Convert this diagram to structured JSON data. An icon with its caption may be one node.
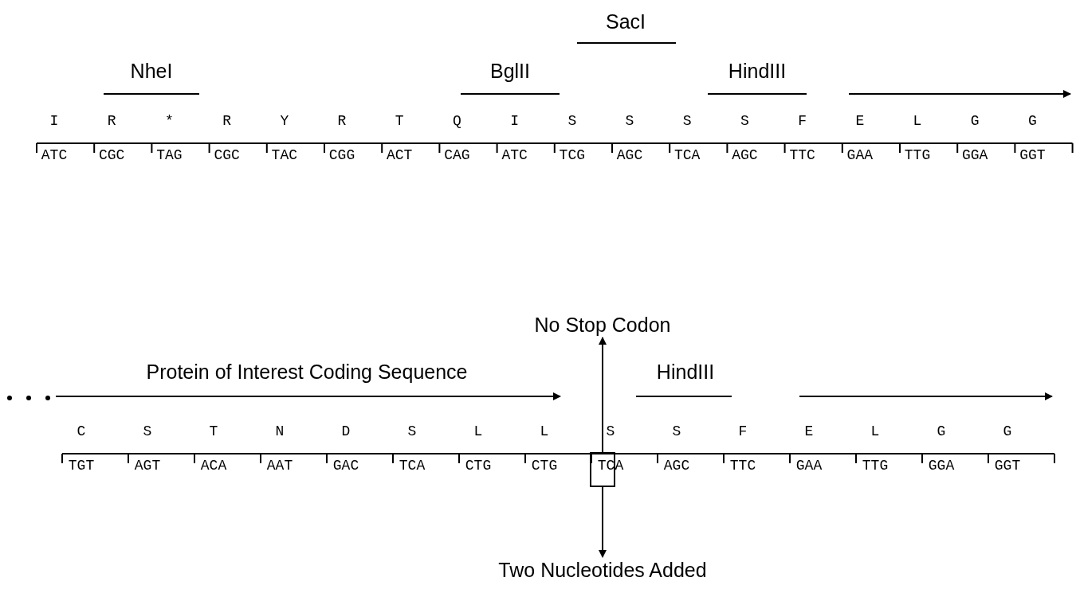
{
  "diagram": {
    "nodes": [
      {
        "text": [
          "No Stop Codon"
        ]
      },
      {
        "text": [],
        "shape": "box"
      },
      {
        "text": [
          "Two Nucleotides Added"
        ]
      }
    ],
    "edges": [
      {
        "from": 1,
        "to": 0,
        "arrow": "to"
      },
      {
        "from": 1,
        "to": 2,
        "arrow": "to"
      }
    ],
    "labels": [
      "SacI",
      "NheI",
      "BglII",
      "HindIII",
      "I",
      "R",
      "*",
      "R",
      "Y",
      "R",
      "T",
      "Q",
      "I",
      "S",
      "S",
      "S",
      "S",
      "F",
      "E",
      "L",
      "G",
      "G",
      "ATC",
      "CGC",
      "TAG",
      "CGC",
      "TAC",
      "CGG",
      "ACT",
      "CAG",
      "ATC",
      "TCG",
      "AGC",
      "TCA",
      "AGC",
      "TTC",
      "GAA",
      "TTG",
      "GGA",
      "GGT",
      "Protein of Interest Coding Sequence",
      "HindIII",
      "C",
      "S",
      "T",
      "N",
      "D",
      "S",
      "L",
      "L",
      "S",
      "S",
      "F",
      "E",
      "L",
      "G",
      "G",
      "TGT",
      "AGT",
      "ACA",
      "AAT",
      "GAC",
      "TCA",
      "CTG",
      "CTG",
      "TCA",
      "AGC",
      "TTC",
      "GAA",
      "TTG",
      "GGA",
      "GGT"
    ]
  }
}
